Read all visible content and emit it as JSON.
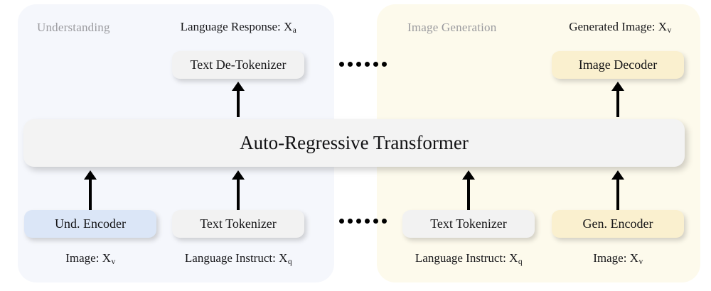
{
  "diagram": {
    "title": "Auto-Regressive Transformer unified understanding and generation architecture",
    "colors": {
      "panel_understanding_bg": "#f5f7fc",
      "panel_generation_bg": "#fdfaec",
      "module_neutral_bg": "#f2f2f2",
      "module_blue_bg": "#dbe6f7",
      "module_cream_bg": "#faf0cf",
      "arrow": "#000000",
      "panel_title_text": "#9a9a9e",
      "body_text": "#141416"
    }
  },
  "panels": {
    "understanding": {
      "label": "Understanding"
    },
    "generation": {
      "label": "Image Generation"
    }
  },
  "captions": {
    "language_response": {
      "text": "Language Response: X",
      "sub": "a"
    },
    "generated_image": {
      "text": "Generated Image: X",
      "sub": "v"
    },
    "image_left": {
      "text": "Image: X",
      "sub": "v"
    },
    "instruct_left": {
      "text": "Language Instruct: X",
      "sub": "q"
    },
    "instruct_right": {
      "text": "Language Instruct: X",
      "sub": "q"
    },
    "image_right": {
      "text": "Image: X",
      "sub": "v"
    }
  },
  "modules": {
    "text_detokenizer": "Text De-Tokenizer",
    "image_decoder": "Image Decoder",
    "und_encoder": "Und. Encoder",
    "text_tokenizer_left": "Text Tokenizer",
    "text_tokenizer_right": "Text Tokenizer",
    "gen_encoder": "Gen. Encoder",
    "transformer": "Auto-Regressive Transformer"
  },
  "ellipsis": {
    "top_dot_count": 6,
    "bottom_dot_count": 6
  }
}
